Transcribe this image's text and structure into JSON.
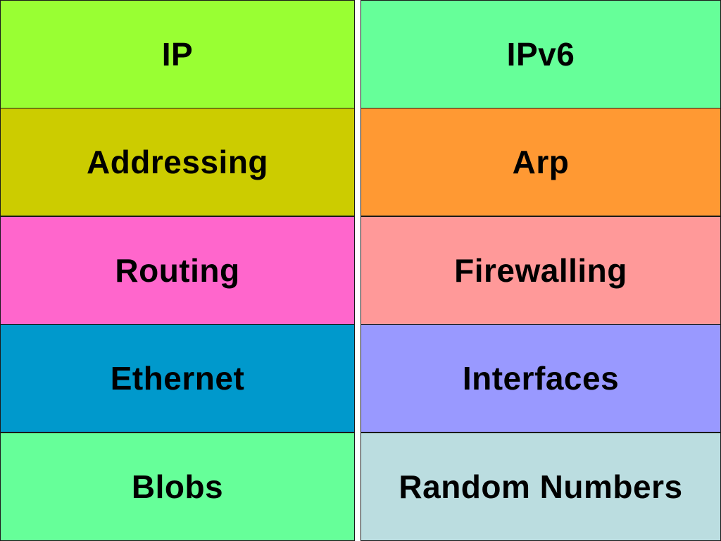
{
  "left_column": {
    "tiles": [
      {
        "label": "IP",
        "color": "#99FF33"
      },
      {
        "label": "Addressing",
        "color": "#CCCC00"
      },
      {
        "label": "Routing",
        "color": "#FF66CC"
      },
      {
        "label": "Ethernet",
        "color": "#0099CC"
      },
      {
        "label": "Blobs",
        "color": "#66FF99"
      }
    ]
  },
  "right_column": {
    "tiles": [
      {
        "label": "IPv6",
        "color": "#66FF99"
      },
      {
        "label": "Arp",
        "color": "#FF9933"
      },
      {
        "label": "Firewalling",
        "color": "#FF9999"
      },
      {
        "label": "Interfaces",
        "color": "#9999FF"
      },
      {
        "label": "Random Numbers",
        "color": "#BBDDE0"
      }
    ]
  }
}
